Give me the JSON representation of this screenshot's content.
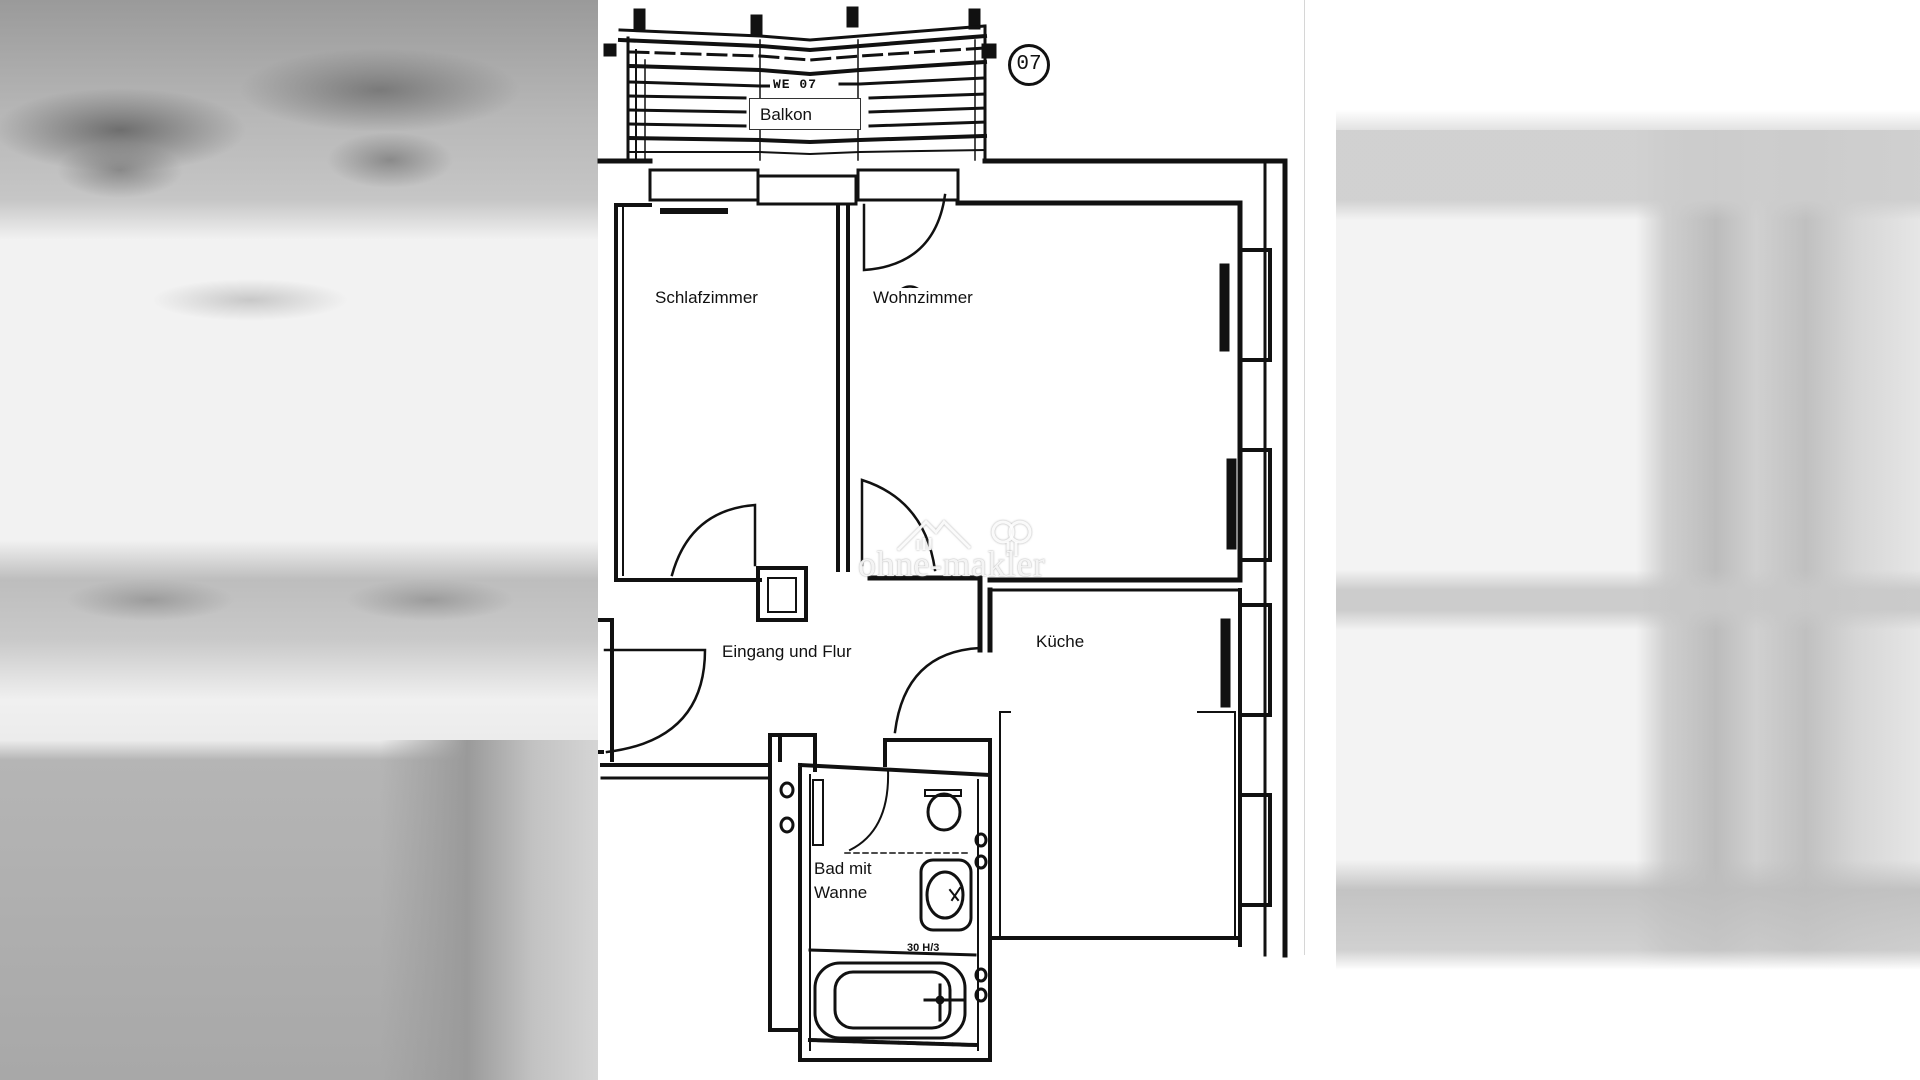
{
  "floorplan": {
    "unit_number": "07",
    "unit_tag": "WE 07",
    "rooms": [
      {
        "id": "balkon",
        "label": "Balkon"
      },
      {
        "id": "schlafzimmer",
        "label": "Schlafzimmer"
      },
      {
        "id": "wohnzimmer",
        "label": "Wohnzimmer"
      },
      {
        "id": "eingang",
        "label": "Eingang und Flur"
      },
      {
        "id": "kueche",
        "label": "Küche"
      },
      {
        "id": "bad",
        "label_line1": "Bad mit",
        "label_line2": "Wanne"
      }
    ],
    "bath_annotation": "30 H/3"
  },
  "watermark": {
    "brand": "ohne-makler",
    "icon": "house-and-tree-logo-icon"
  },
  "colors": {
    "line": "#111111",
    "background": "#ffffff",
    "blur_gray": "#bdbdbd"
  }
}
